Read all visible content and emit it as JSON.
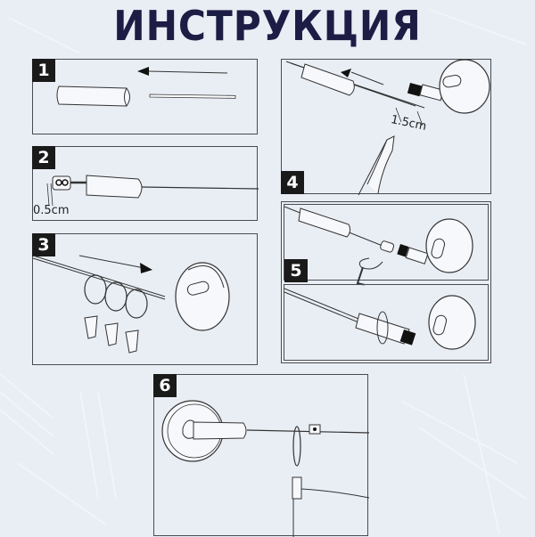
{
  "header": {
    "title": "ИНСТРУКЦИЯ"
  },
  "colors": {
    "title": "#1b1d45",
    "background": "#e9edf4",
    "badge": "#1a1a1a",
    "border": "#4a4a52"
  },
  "steps": [
    {
      "number": "1",
      "label": ""
    },
    {
      "number": "2",
      "label": "0.5cm"
    },
    {
      "number": "3",
      "label": ""
    },
    {
      "number": "4",
      "label": "1.5cm"
    },
    {
      "number": "5",
      "label": ""
    },
    {
      "number": "6",
      "label": ""
    }
  ]
}
